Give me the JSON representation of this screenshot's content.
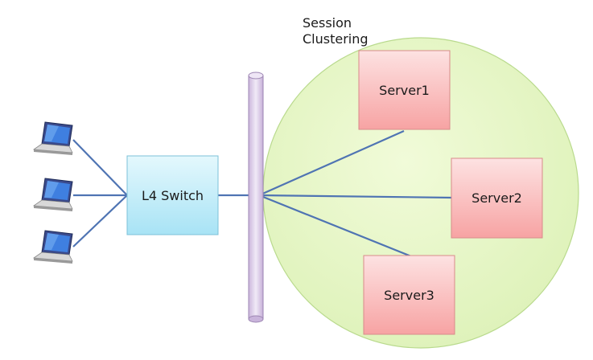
{
  "diagram": {
    "cluster_label_line1": "Session",
    "cluster_label_line2": "Clustering",
    "switch_label": "L4 Switch",
    "servers": [
      {
        "label": "Server1"
      },
      {
        "label": "Server2"
      },
      {
        "label": "Server3"
      }
    ],
    "client_icon": "laptop-icon",
    "client_count": 3
  },
  "colors": {
    "link_line": "#4a72b0",
    "cluster_fill": "#e3f5c2",
    "cluster_stroke": "#b7d98a",
    "switch_fill": "#c7eef9",
    "server_fill": "#f8b0b0",
    "bus_fill": "#e2d5ec"
  }
}
